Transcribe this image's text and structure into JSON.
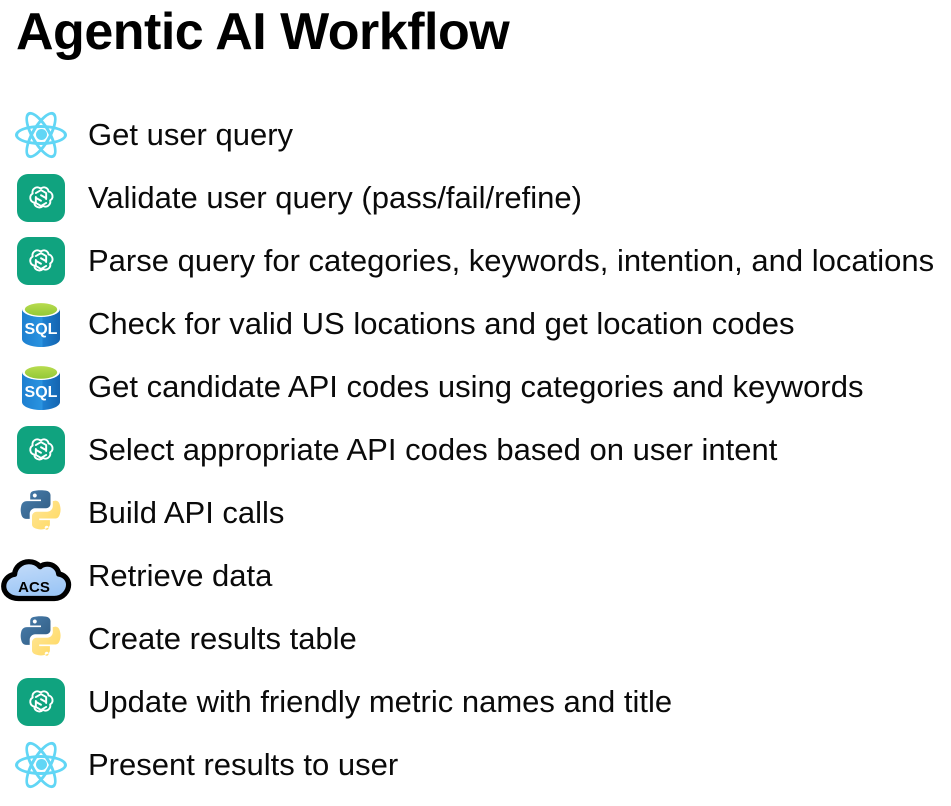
{
  "page": {
    "title": "Agentic AI Workflow",
    "background": "#ffffff",
    "text_color": "#000000"
  },
  "colors": {
    "react_blue": "#61d6f5",
    "openai_green": "#10a37f",
    "sql_blue": "#1d7fd0",
    "sql_blue_dark": "#1565b0",
    "sql_green": "#93c837",
    "sql_green_light": "#b8dc4e",
    "python_blue": "#3f6f9a",
    "python_blue_dark": "#2f5a80",
    "python_yellow": "#ffd85e",
    "python_yellow_light": "#ffe79a",
    "acs_cloud_fill": "#9cc6f5",
    "acs_cloud_fill_light": "#c6ddfa",
    "acs_outline": "#000000",
    "acs_text": "#000000"
  },
  "steps": [
    {
      "icon": "react-icon",
      "icon_label": "React",
      "label": "Get user query"
    },
    {
      "icon": "openai-icon",
      "icon_label": "OpenAI",
      "label": "Validate user query (pass/fail/refine)"
    },
    {
      "icon": "openai-icon",
      "icon_label": "OpenAI",
      "label": "Parse query for categories, keywords, intention, and locations"
    },
    {
      "icon": "sql-icon",
      "icon_label": "SQL",
      "label": "Check for valid US locations and get location codes"
    },
    {
      "icon": "sql-icon",
      "icon_label": "SQL",
      "label": "Get candidate API codes using categories and keywords"
    },
    {
      "icon": "openai-icon",
      "icon_label": "OpenAI",
      "label": "Select appropriate API codes based on user intent"
    },
    {
      "icon": "python-icon",
      "icon_label": "Python",
      "label": "Build API calls"
    },
    {
      "icon": "acs-icon",
      "icon_label": "ACS",
      "label": "Retrieve data"
    },
    {
      "icon": "python-icon",
      "icon_label": "Python",
      "label": "Create results table"
    },
    {
      "icon": "openai-icon",
      "icon_label": "OpenAI",
      "label": "Update with friendly metric names and title"
    },
    {
      "icon": "react-icon",
      "icon_label": "React",
      "label": "Present results to user"
    }
  ],
  "icon_glyph_text": {
    "sql": "SQL",
    "acs": "ACS"
  }
}
